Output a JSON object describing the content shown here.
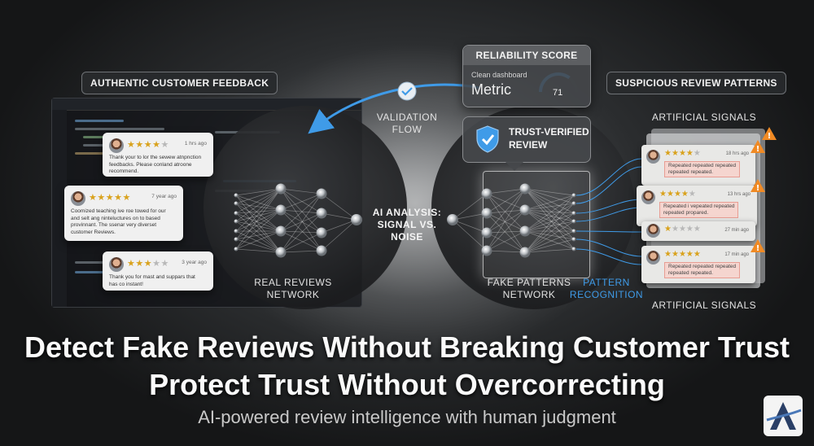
{
  "labels": {
    "authentic": "AUTHENTIC CUSTOMER FEEDBACK",
    "suspicious": "SUSPICIOUS REVIEW PATTERNS",
    "validation_flow": "VALIDATION\nFLOW",
    "ai_analysis": "AI ANALYSIS:\nSIGNAL VS.\nNOISE",
    "real_reviews_network": "REAL REVIEWS\nNETWORK",
    "fake_patterns_network": "FAKE PATTERNS\nNETWORK",
    "pattern_recognition": "PATTERN\nRECOGNITION",
    "artificial_signals_top": "ARTIFICIAL SIGNALS",
    "artificial_signals_bottom": "ARTIFICIAL SIGNALS"
  },
  "reliability": {
    "title": "RELIABILITY SCORE",
    "subtitle": "Clean dashboard",
    "metric_label": "Metric",
    "value": "71",
    "gauge_fraction": 0.71
  },
  "trust_badge": {
    "title": "TRUST-VERIFIED\nREVIEW",
    "icon": "shield-check-icon"
  },
  "authentic_reviews": [
    {
      "stars": 4,
      "date": "1 hrs ago",
      "text": "Thank your to lor the sewew atnpnction\nfeedbacks. Please conland atroone\nrecommend."
    },
    {
      "stars": 5,
      "date": "7 year ago",
      "text": "Coomized teaching ive roe towed for our\nand selt ang ninteluctures on to based\nprovinnant. The ssenar very diverset\ncustomer Reviews."
    },
    {
      "stars": 3,
      "date": "3 year ago",
      "text": "Thank you for mast and suppars that\nhas co instant!"
    }
  ],
  "suspicious_reviews": [
    {
      "stars": 4,
      "date": "18 hrs ago",
      "text": "Repeated repeated repeated\nrepeated repeated."
    },
    {
      "stars": 4,
      "date": "13 hrs ago",
      "text": "Repeated i vepeated repeated\nrepeated propared."
    },
    {
      "stars": 1,
      "date": "27 min ago",
      "text": ""
    },
    {
      "stars": 5,
      "date": "17 min ago",
      "text": "Repeated repeated repeated\nrepeated repeated."
    }
  ],
  "headline_1": "Detect Fake Reviews Without Breaking Customer Trust",
  "headline_2": "Protect Trust Without Overcorrecting",
  "subtitle": "AI-powered review intelligence with human judgment",
  "colors": {
    "accent_blue": "#3f9be8",
    "star_gold": "#d9a21c",
    "warning_orange": "#f08a24",
    "highlight_red": "#f5d5cf"
  }
}
